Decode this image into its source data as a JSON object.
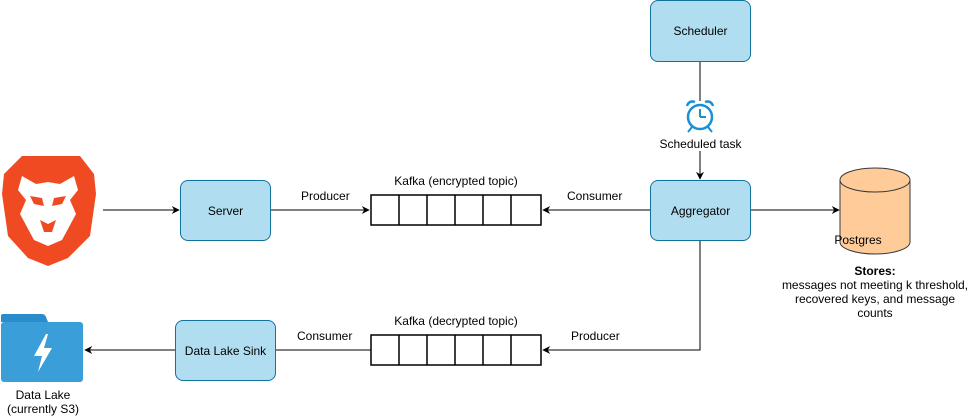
{
  "nodes": {
    "scheduler": "Scheduler",
    "server": "Server",
    "aggregator": "Aggregator",
    "postgres": "Postgres",
    "data_lake_sink": "Data Lake Sink"
  },
  "queues": {
    "encrypted_title": "Kafka (encrypted topic)",
    "decrypted_title": "Kafka (decrypted topic)"
  },
  "edges": {
    "server_to_kafka": "Producer",
    "aggregator_from_kafka": "Consumer",
    "aggregator_to_kafka": "Producer",
    "sink_from_kafka": "Consumer",
    "scheduled_task": "Scheduled task"
  },
  "stores": {
    "title": "Stores:",
    "line1": "messages not meeting k threshold,",
    "line2": "recovered keys, and message",
    "line3": "counts"
  },
  "data_lake": {
    "line1": "Data Lake",
    "line2": "(currently S3)"
  },
  "colors": {
    "box_fill": "#b1ddf0",
    "box_stroke": "#10739e",
    "db_fill": "#ffcc99",
    "db_stroke": "#36393d",
    "brave_orange": "#f04a23",
    "folder_blue": "#3a9ed8",
    "clock_blue": "#1a8fd6"
  },
  "icons": [
    "brave-lion-logo",
    "alarm-clock-icon",
    "data-lake-folder-icon"
  ]
}
